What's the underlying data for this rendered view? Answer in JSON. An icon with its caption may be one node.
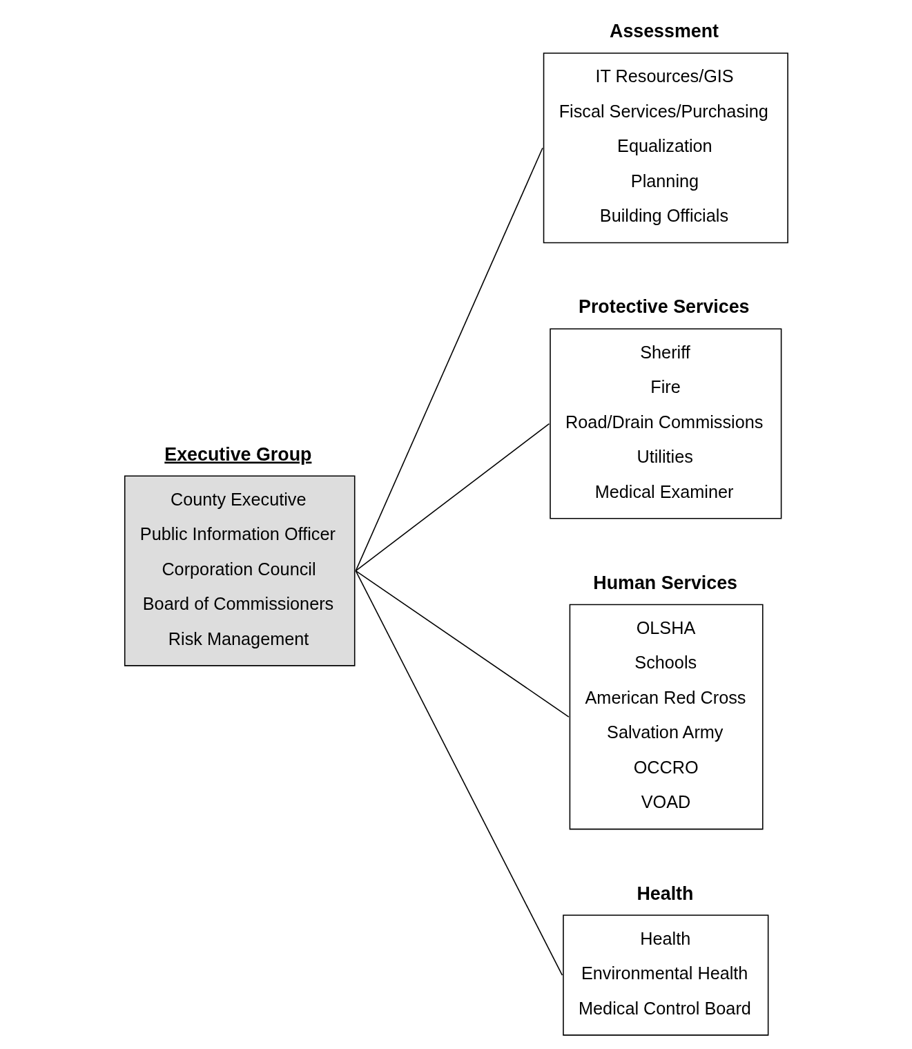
{
  "diagram": {
    "nodes": [
      {
        "text": [
          "Executive Group",
          "County Executive",
          "Public Information Officer",
          "Corporation Council",
          "Board of Commissioners",
          "Risk Management"
        ]
      },
      {
        "text": [
          "Assessment",
          "IT Resources/GIS",
          "Fiscal Services/Purchasing",
          "Equalization",
          "Planning",
          "Building Officials"
        ]
      },
      {
        "text": [
          "Protective Services",
          "Sheriff",
          "Fire",
          "Road/Drain Commissions",
          "Utilities",
          "Medical Examiner"
        ]
      },
      {
        "text": [
          "Human Services",
          "OLSHA",
          "Schools",
          "American Red Cross",
          "Salvation Army",
          "OCCRO",
          "VOAD"
        ]
      },
      {
        "text": [
          "Health",
          "Health",
          "Environmental Health",
          "Medical Control Board"
        ]
      }
    ],
    "edges": [
      {
        "from": 0,
        "to": 1,
        "arrow": "none"
      },
      {
        "from": 0,
        "to": 2,
        "arrow": "none"
      },
      {
        "from": 0,
        "to": 3,
        "arrow": "none"
      },
      {
        "from": 0,
        "to": 4,
        "arrow": "none"
      }
    ]
  }
}
